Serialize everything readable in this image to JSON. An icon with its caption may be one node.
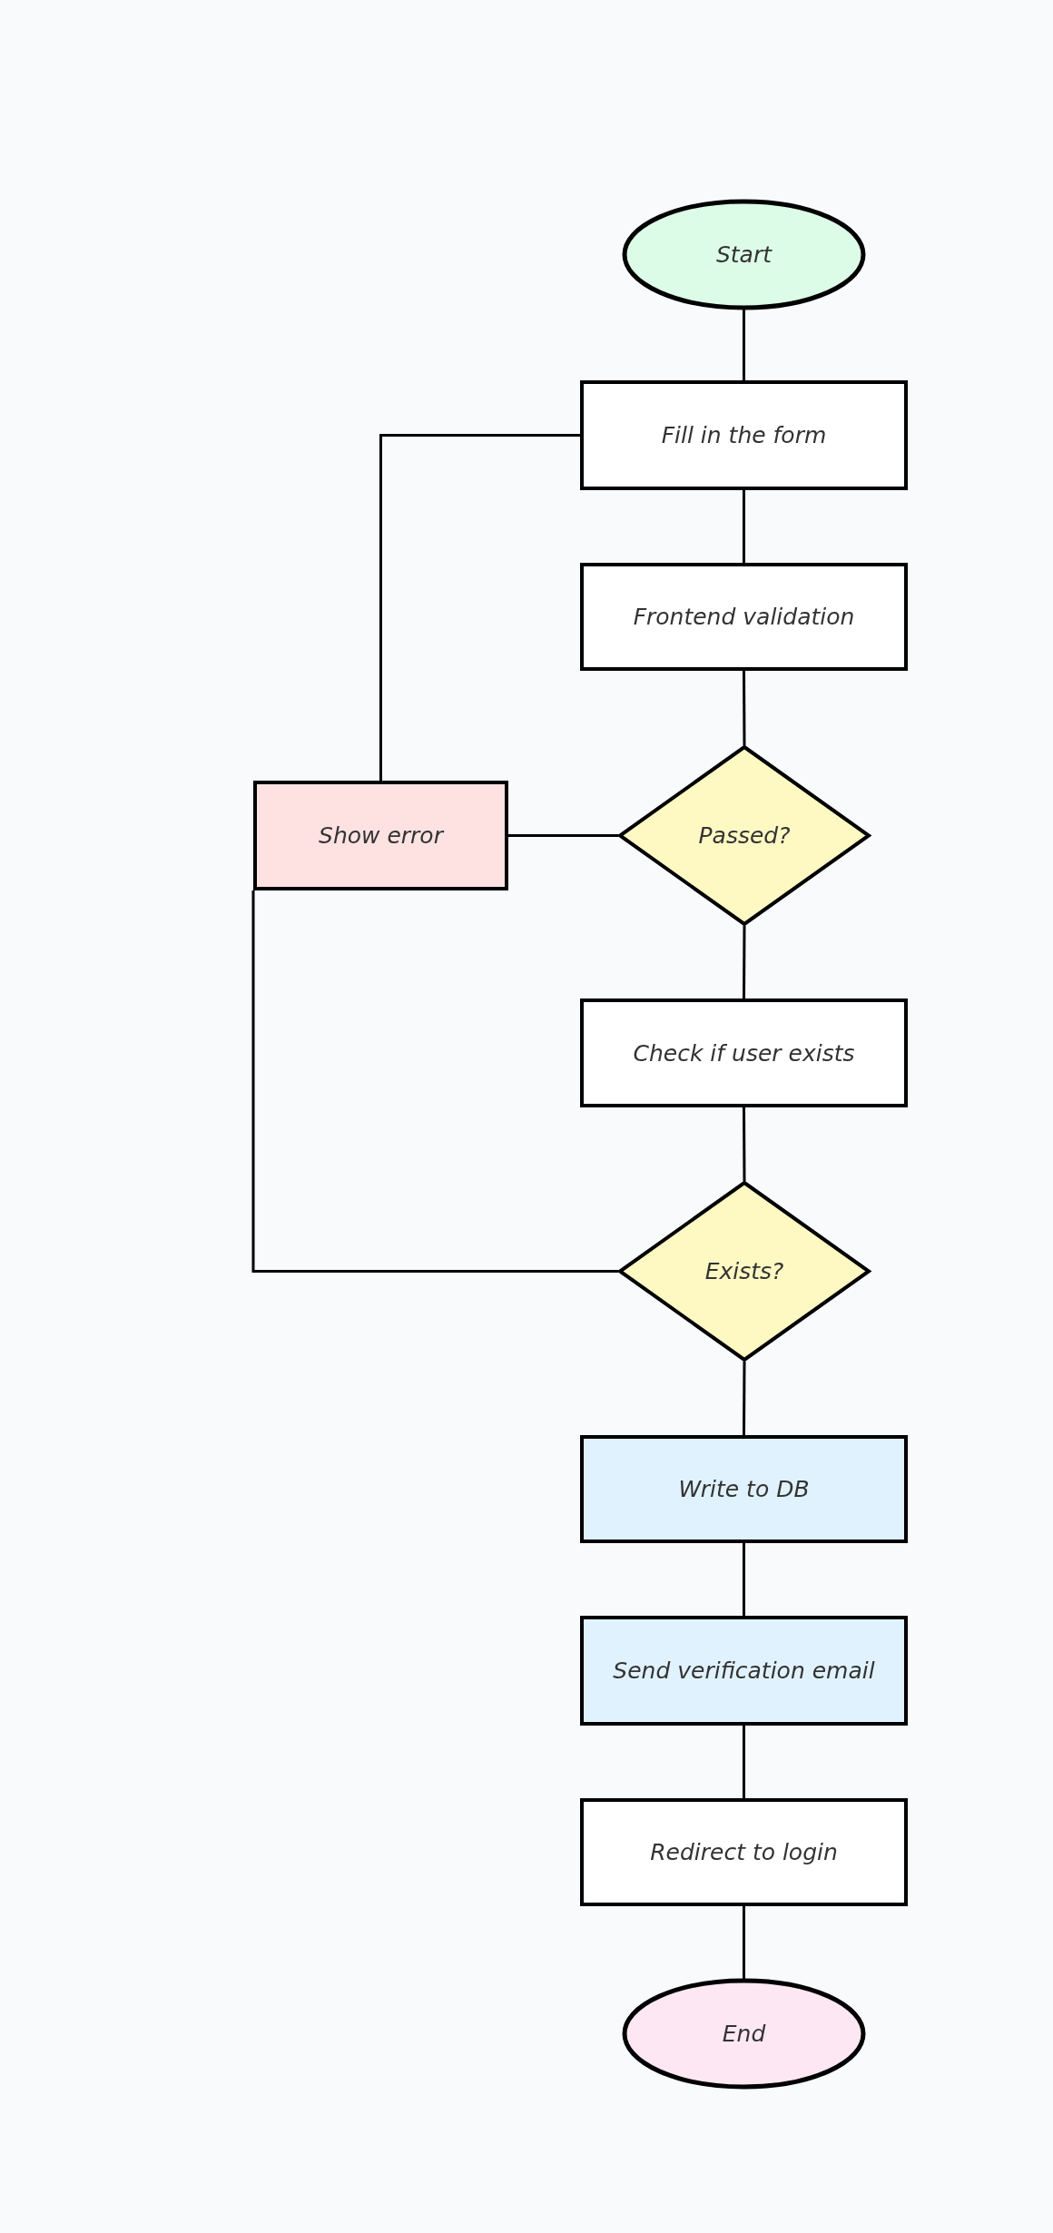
{
  "diagram": {
    "nodes": [
      {
        "text": [
          "Start"
        ]
      },
      {
        "text": [
          "Fill in the form"
        ]
      },
      {
        "text": [
          "Frontend validation"
        ]
      },
      {
        "text": [
          "Passed?"
        ]
      },
      {
        "text": [
          "Show error"
        ]
      },
      {
        "text": [
          "Check if user exists"
        ]
      },
      {
        "text": [
          "Exists?"
        ]
      },
      {
        "text": [
          "Write to DB"
        ]
      },
      {
        "text": [
          "Send verification email"
        ]
      },
      {
        "text": [
          "Redirect to login"
        ]
      },
      {
        "text": [
          "End"
        ]
      }
    ],
    "edges": [
      {
        "from": 0,
        "to": 1,
        "arrow": "none"
      },
      {
        "from": 1,
        "to": 2,
        "arrow": "none"
      },
      {
        "from": 2,
        "to": 3,
        "arrow": "none"
      },
      {
        "from": 3,
        "to": 4,
        "arrow": "none"
      },
      {
        "from": 4,
        "to": 1,
        "arrow": "none"
      },
      {
        "from": 3,
        "to": 5,
        "arrow": "none"
      },
      {
        "from": 5,
        "to": 6,
        "arrow": "none"
      },
      {
        "from": 6,
        "to": 4,
        "arrow": "none"
      },
      {
        "from": 6,
        "to": 7,
        "arrow": "none"
      },
      {
        "from": 7,
        "to": 8,
        "arrow": "none"
      },
      {
        "from": 8,
        "to": 9,
        "arrow": "none"
      },
      {
        "from": 9,
        "to": 10,
        "arrow": "none"
      }
    ]
  }
}
